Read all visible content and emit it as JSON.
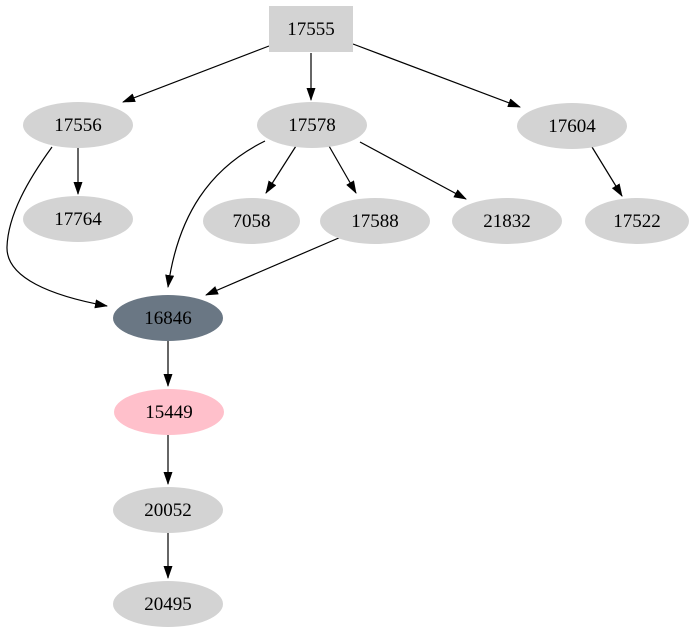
{
  "diagram": {
    "type": "directed-graph",
    "nodes": [
      {
        "id": "17555",
        "label": "17555",
        "shape": "box",
        "fill": "#d3d3d3"
      },
      {
        "id": "17556",
        "label": "17556",
        "shape": "ellipse",
        "fill": "#d3d3d3"
      },
      {
        "id": "17578",
        "label": "17578",
        "shape": "ellipse",
        "fill": "#d3d3d3"
      },
      {
        "id": "17604",
        "label": "17604",
        "shape": "ellipse",
        "fill": "#d3d3d3"
      },
      {
        "id": "17764",
        "label": "17764",
        "shape": "ellipse",
        "fill": "#d3d3d3"
      },
      {
        "id": "7058",
        "label": "7058",
        "shape": "ellipse",
        "fill": "#d3d3d3"
      },
      {
        "id": "17588",
        "label": "17588",
        "shape": "ellipse",
        "fill": "#d3d3d3"
      },
      {
        "id": "21832",
        "label": "21832",
        "shape": "ellipse",
        "fill": "#d3d3d3"
      },
      {
        "id": "17522",
        "label": "17522",
        "shape": "ellipse",
        "fill": "#d3d3d3"
      },
      {
        "id": "16846",
        "label": "16846",
        "shape": "ellipse",
        "fill": "#6a7784"
      },
      {
        "id": "15449",
        "label": "15449",
        "shape": "ellipse",
        "fill": "#ffc0cb"
      },
      {
        "id": "20052",
        "label": "20052",
        "shape": "ellipse",
        "fill": "#d3d3d3"
      },
      {
        "id": "20495",
        "label": "20495",
        "shape": "ellipse",
        "fill": "#d3d3d3"
      }
    ],
    "edges": [
      {
        "from": "17555",
        "to": "17556"
      },
      {
        "from": "17555",
        "to": "17578"
      },
      {
        "from": "17555",
        "to": "17604"
      },
      {
        "from": "17556",
        "to": "17764"
      },
      {
        "from": "17556",
        "to": "16846"
      },
      {
        "from": "17578",
        "to": "7058"
      },
      {
        "from": "17578",
        "to": "17588"
      },
      {
        "from": "17578",
        "to": "21832"
      },
      {
        "from": "17578",
        "to": "16846"
      },
      {
        "from": "17588",
        "to": "16846"
      },
      {
        "from": "17604",
        "to": "17522"
      },
      {
        "from": "16846",
        "to": "15449"
      },
      {
        "from": "15449",
        "to": "20052"
      },
      {
        "from": "20052",
        "to": "20495"
      }
    ],
    "colors": {
      "node_default_fill": "#d3d3d3",
      "node_highlight_fill": "#6a7784",
      "node_alert_fill": "#ffc0cb",
      "edge": "#000000",
      "text": "#000000",
      "background": "#ffffff"
    }
  }
}
